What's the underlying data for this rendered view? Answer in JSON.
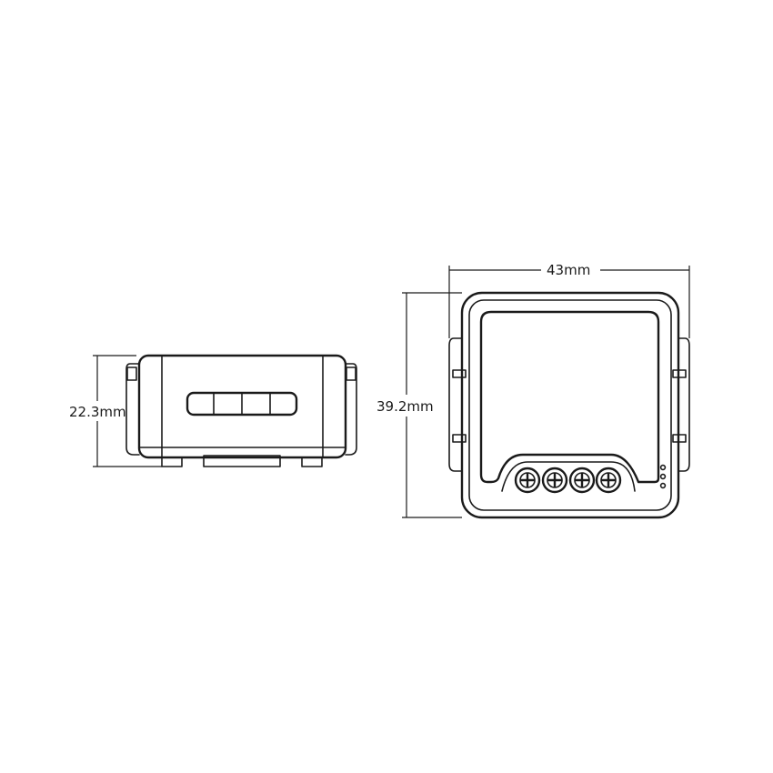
{
  "dimensions": {
    "side_height": "22.3mm",
    "front_width": "43mm",
    "front_height": "39.2mm"
  },
  "terminals": {
    "count": 4
  }
}
